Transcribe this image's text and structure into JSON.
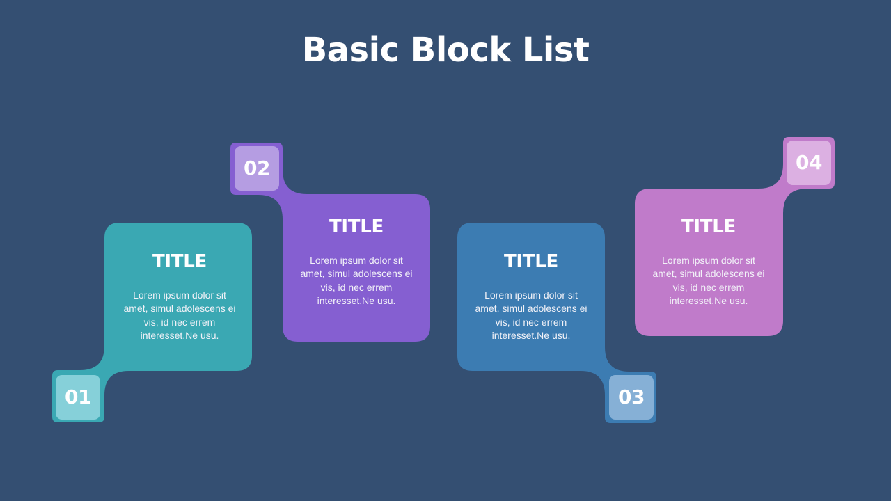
{
  "page": {
    "title": "Basic Block List",
    "background": "#344f72"
  },
  "cards": [
    {
      "number": "01",
      "title": "TITLE",
      "body": "Lorem ipsum dolor sit amet, simul adolescens ei vis, id nec errem interesset.Ne usu.",
      "color": "#3aa8b3",
      "badge_color": "#86d0d9",
      "badge_position": "bottom-left"
    },
    {
      "number": "02",
      "title": "TITLE",
      "body": "Lorem ipsum dolor sit amet, simul adolescens ei vis, id nec errem interesset.Ne usu.",
      "color": "#855fd1",
      "badge_color": "#b59de2",
      "badge_position": "top-left"
    },
    {
      "number": "03",
      "title": "TITLE",
      "body": "Lorem ipsum dolor sit amet, simul adolescens ei vis, id nec errem interesset.Ne usu.",
      "color": "#3c7cb2",
      "badge_color": "#86b0d6",
      "badge_position": "bottom-right"
    },
    {
      "number": "04",
      "title": "TITLE",
      "body": "Lorem ipsum dolor sit amet, simul adolescens ei vis, id nec errem interesset.Ne usu.",
      "color": "#c07bca",
      "badge_color": "#dcb0e2",
      "badge_position": "top-right"
    }
  ]
}
